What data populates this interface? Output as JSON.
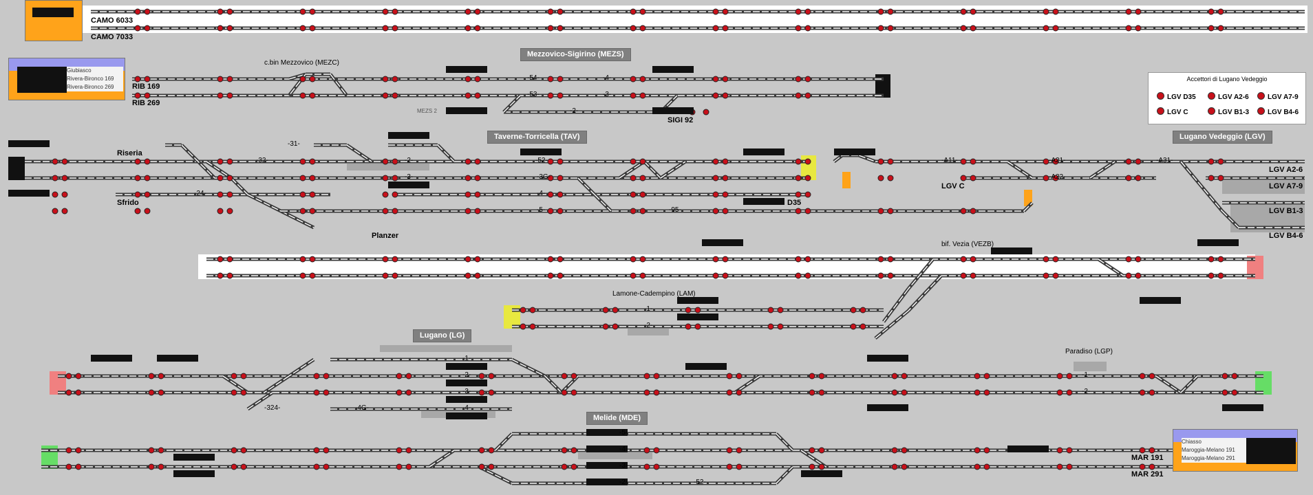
{
  "stations": {
    "mezzovico": "Mezzovico-Sigirino (MEZS)",
    "taverne": "Taverne-Torricella (TAV)",
    "lugano_vedeggio": "Lugano Vedeggio (LGV)",
    "lugano": "Lugano (LG)",
    "melide": "Melide (MDE)"
  },
  "labels": {
    "camo_6033": "CAMO 6033",
    "camo_7033": "CAMO 7033",
    "rib_169": "RIB 169",
    "rib_269": "RIB 269",
    "mezc": "c.bin Mezzovico (MEZC)",
    "mezs2": "MEZS 2",
    "sigi_92": "SIGI 92",
    "riseria": "Riseria",
    "sfrido": "Sfrido",
    "planzer": "Planzer",
    "d35": "D35",
    "lgv_c": "LGV C",
    "lgv_a26": "LGV A2-6",
    "lgv_a79": "LGV A7-9",
    "lgv_b13": "LGV B1-3",
    "lgv_b46": "LGV B4-6",
    "vezb": "bif. Vezia (VEZB)",
    "lam": "Lamone-Cadempino (LAM)",
    "lgp": "Paradiso (LGP)",
    "mar_191": "MAR 191",
    "mar_291": "MAR 291"
  },
  "panels": {
    "giubiasco": {
      "rows": [
        "Giubiasco",
        "Rivera-Bironco 169",
        "Rivera-Bironco 269"
      ]
    },
    "chiasso": {
      "rows": [
        "Chiasso",
        "Maroggia-Melano 191",
        "Maroggia-Melano 291"
      ]
    }
  },
  "legend": {
    "title": "Accettori di Lugano Vedeggio",
    "items": [
      "LGV D35",
      "LGV A2-6",
      "LGV A7-9",
      "LGV C",
      "LGV B1-3",
      "LGV B4-6"
    ]
  },
  "track_numbers": {
    "mez_54": "-54-",
    "mez_53": "-53-",
    "mez_4": "-4-",
    "mez_3": "-3-",
    "mez_2": "-2-",
    "tav_31": "-31-",
    "tav_32": "-32-",
    "tav_24": "-24-",
    "tav_52": "-52-",
    "tav_3g": "-3G-",
    "tav_2": "-2-",
    "tav_3": "-3-",
    "tav_4": "-4-",
    "tav_5": "-5-",
    "tav_95": "-95-",
    "lgv_a11": "-A11-",
    "lgv_a21": "-A21-",
    "lgv_a22": "-A22-",
    "lgv_a31": "-A31-",
    "lam_1": "-1-",
    "lam_2": "-2-",
    "lg_1": "-1-",
    "lg_2": "-2-",
    "lg_3": "-3-",
    "lg_4": "-4-",
    "lg_324": "-324-",
    "lg_4g": "-4G-",
    "lgp_1": "-1-",
    "lgp_2": "-2-",
    "mde_5": "-5-",
    "mde_4": "-4-",
    "mde_3": "-3-",
    "mde_2": "-2-",
    "mde_52": "-52-"
  },
  "colors": {
    "background": "#c8c8c8",
    "track": "#3a3a3a",
    "rail": "#ffffff",
    "signal_red": "#c8101a",
    "signal_green": "#1f8f2a",
    "orange": "#ffa31a",
    "lavender": "#9999ee",
    "station_grey": "#808080",
    "endpoint_green": "#66dd66",
    "endpoint_pink": "#f08080",
    "endpoint_yellow": "#e8e840"
  }
}
